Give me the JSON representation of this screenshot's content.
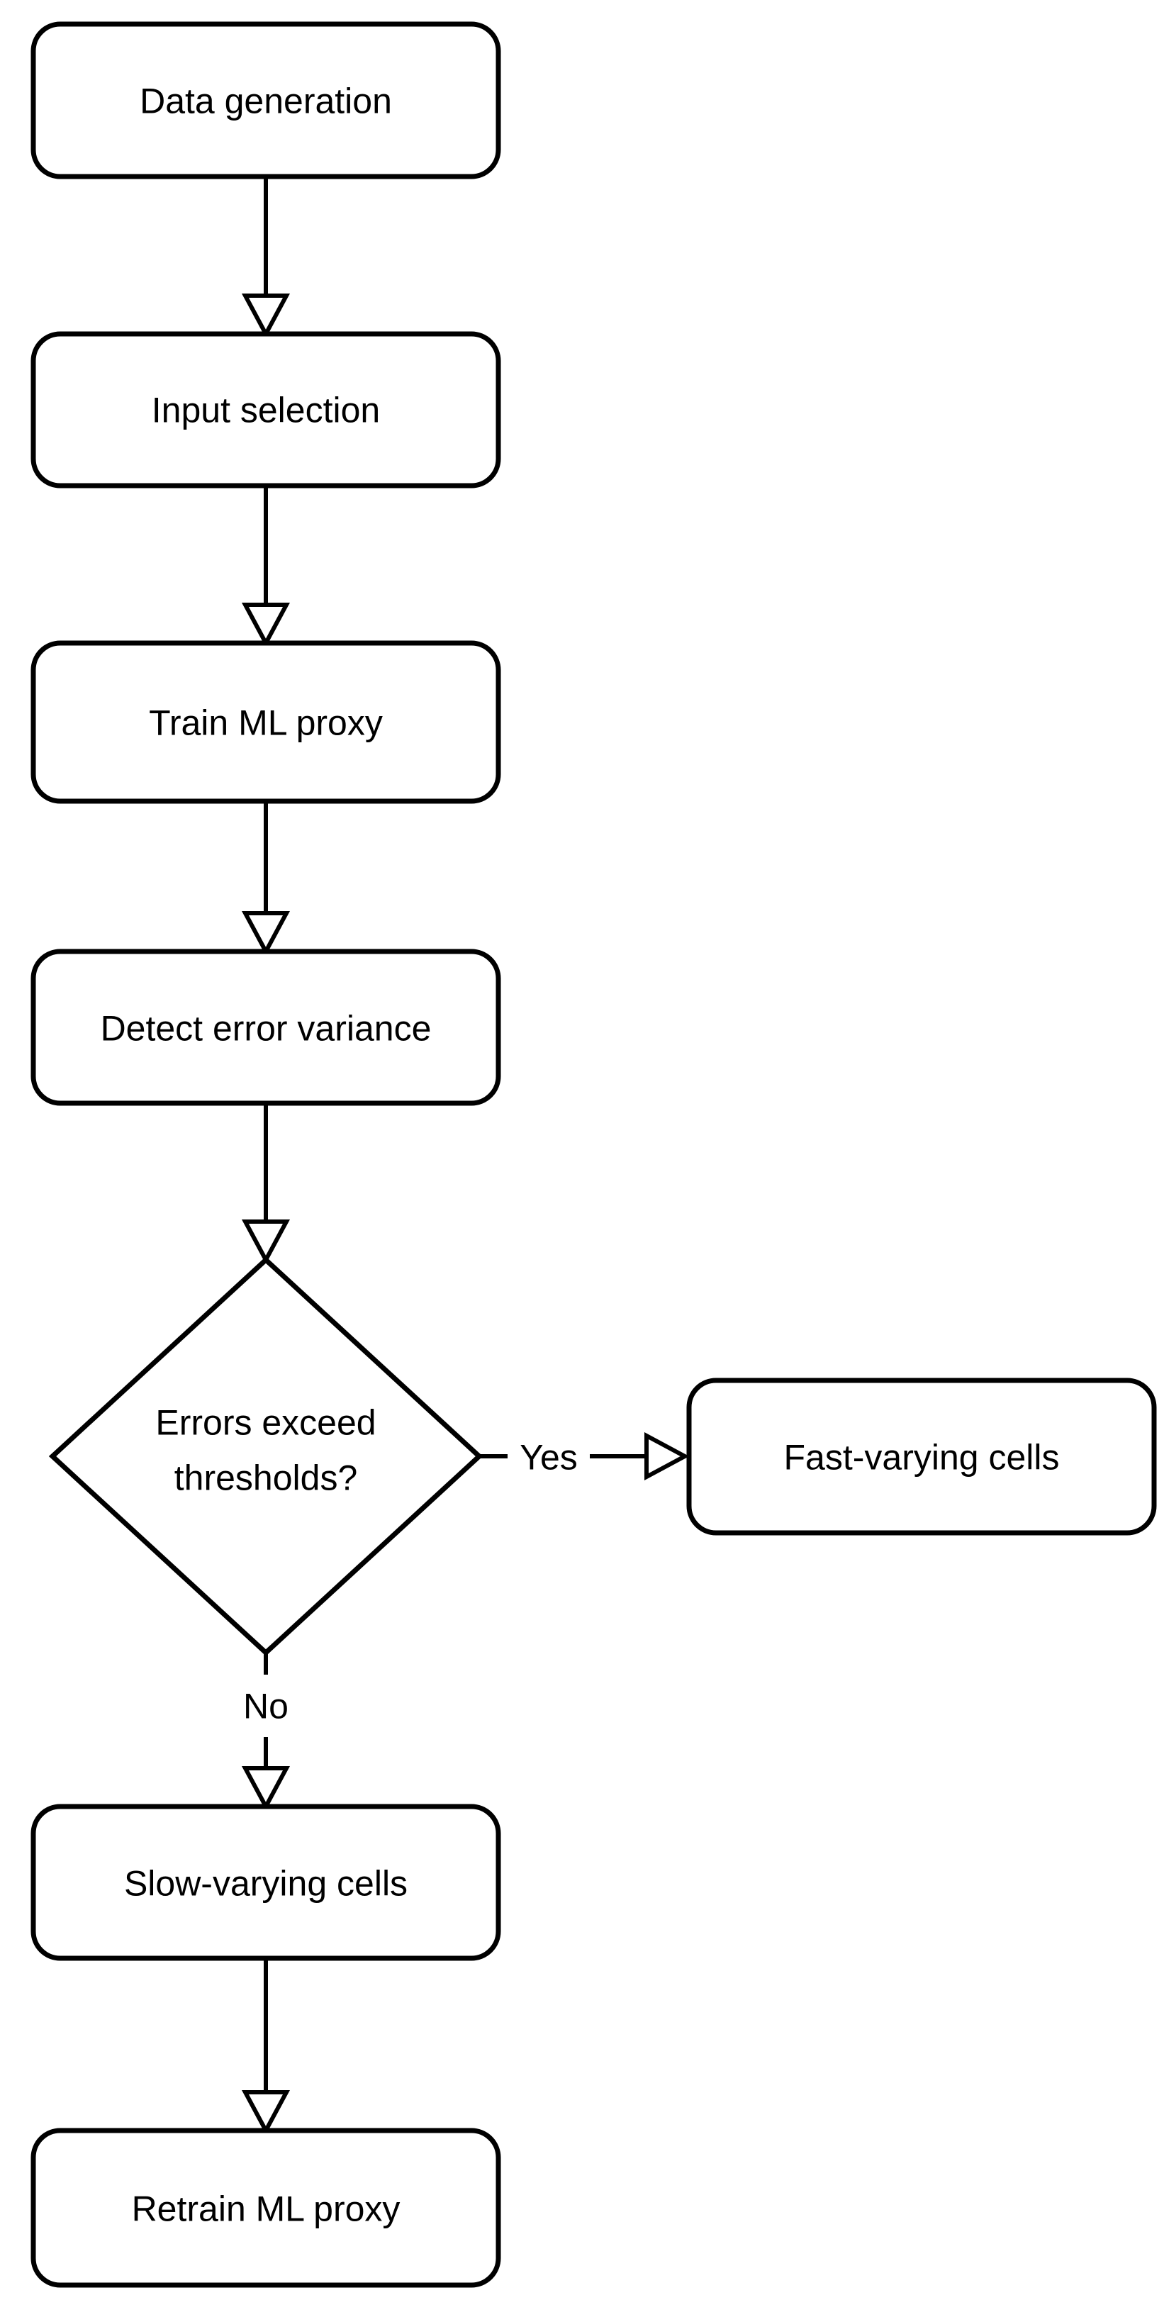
{
  "diagram": {
    "nodes": {
      "data_generation": {
        "type": "process",
        "label": "Data generation"
      },
      "input_selection": {
        "type": "process",
        "label": "Input selection"
      },
      "train_ml_proxy": {
        "type": "process",
        "label": "Train ML proxy"
      },
      "detect_error_variance": {
        "type": "process",
        "label": "Detect error variance"
      },
      "errors_exceed_thresholds": {
        "type": "decision",
        "label": "Errors exceed thresholds?",
        "lines": [
          "Errors exceed",
          "thresholds?"
        ]
      },
      "fast_varying_cells": {
        "type": "process",
        "label": "Fast-varying cells"
      },
      "slow_varying_cells": {
        "type": "process",
        "label": "Slow-varying cells"
      },
      "retrain_ml_proxy": {
        "type": "process",
        "label": "Retrain ML proxy"
      }
    },
    "edges": [
      {
        "from": "data_generation",
        "to": "input_selection",
        "label": ""
      },
      {
        "from": "input_selection",
        "to": "train_ml_proxy",
        "label": ""
      },
      {
        "from": "train_ml_proxy",
        "to": "detect_error_variance",
        "label": ""
      },
      {
        "from": "detect_error_variance",
        "to": "errors_exceed_thresholds",
        "label": ""
      },
      {
        "from": "errors_exceed_thresholds",
        "to": "fast_varying_cells",
        "label": "Yes"
      },
      {
        "from": "errors_exceed_thresholds",
        "to": "slow_varying_cells",
        "label": "No"
      },
      {
        "from": "slow_varying_cells",
        "to": "retrain_ml_proxy",
        "label": ""
      }
    ],
    "colors": {
      "stroke": "#000000",
      "shape_fill": "#ffffff",
      "text": "#000000",
      "background": "#ffffff"
    }
  }
}
